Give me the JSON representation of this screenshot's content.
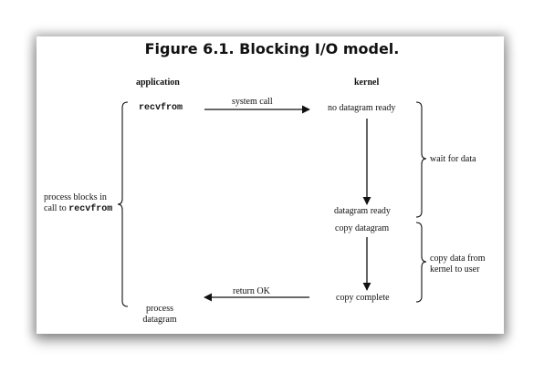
{
  "title": "Figure 6.1. Blocking I/O model.",
  "columns": {
    "application": "application",
    "kernel": "kernel"
  },
  "app": {
    "recvfrom": "recvfrom",
    "process_blocks_line1": "process blocks in",
    "process_blocks_prefix": "call to ",
    "process_blocks_func": "recvfrom",
    "process_datagram_line1": "process",
    "process_datagram_line2": "datagram"
  },
  "arrows": {
    "system_call": "system call",
    "return_ok": "return OK"
  },
  "kernel": {
    "no_datagram_ready": "no datagram ready",
    "datagram_ready": "datagram ready",
    "copy_datagram": "copy datagram",
    "copy_complete": "copy complete"
  },
  "phases": {
    "wait_for_data": "wait for data",
    "copy_data_line1": "copy data from",
    "copy_data_line2": "kernel to user"
  }
}
